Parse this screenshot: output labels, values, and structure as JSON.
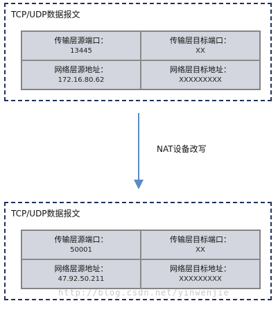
{
  "top_packet": {
    "title": "TCP/UDP数据报文",
    "fields": [
      {
        "label": "传输层源端口：",
        "value": "13445"
      },
      {
        "label": "传输层目标端口：",
        "value": "XX"
      },
      {
        "label": "网络层源地址：",
        "value": "172.16.80.62"
      },
      {
        "label": "网络层目标地址：",
        "value": "XXXXXXXXX"
      }
    ]
  },
  "transition": {
    "label": "NAT设备改写"
  },
  "bottom_packet": {
    "title": "TCP/UDP数据报文",
    "fields": [
      {
        "label": "传输层源端口：",
        "value": "50001"
      },
      {
        "label": "传输层目标端口：",
        "value": "XX"
      },
      {
        "label": "网络层源地址：",
        "value": "47.92.50.211"
      },
      {
        "label": "网络层目标地址：",
        "value": "XXXXXXXXX"
      }
    ]
  },
  "colors": {
    "frame_border": "#1f2f5c",
    "cell_fill": "#d3d6de",
    "arrow": "#5b8ac6"
  },
  "watermark": "http://blog.csdn.net/yinwenjie"
}
